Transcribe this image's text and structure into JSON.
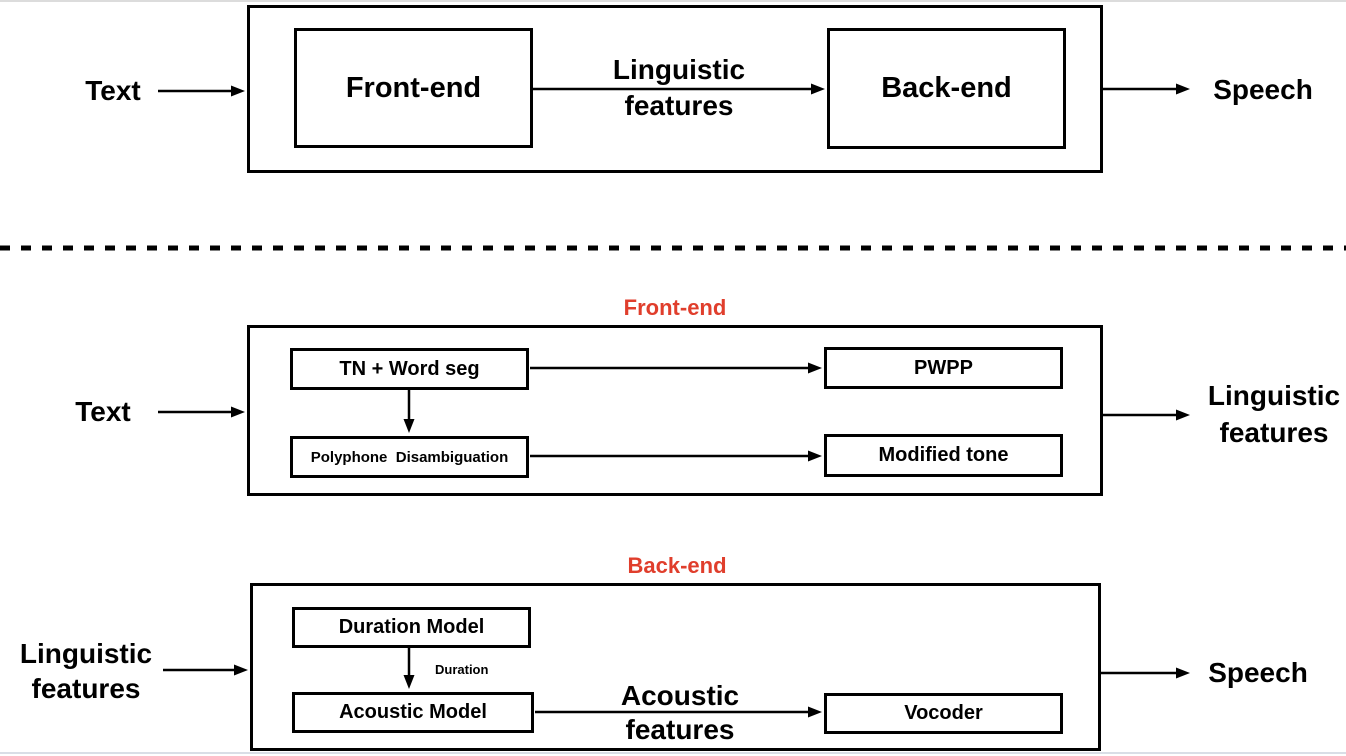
{
  "colors": {
    "accent_red": "#E03E2C",
    "line_black": "#000000",
    "top_edge": "#DCDCDC",
    "bottom_edge": "#D9DEE6"
  },
  "overview": {
    "input_label": "Text",
    "frontend_box_label": "Front-end",
    "backend_box_label": "Back-end",
    "arrow_label": "Linguistic\nfeatures",
    "output_label": "Speech"
  },
  "frontend_detail": {
    "title": "Front-end",
    "input_label": "Text",
    "tn_wordseg_box": "TN + Word seg",
    "polyphone_box": "Polyphone  Disambiguation",
    "pwpp_box": "PWPP",
    "modified_tone_box": "Modified tone",
    "output_label": "Linguistic\nfeatures"
  },
  "backend_detail": {
    "title": "Back-end",
    "input_label": "Linguistic\nfeatures",
    "duration_model_box": "Duration Model",
    "duration_arrow_label": "Duration",
    "acoustic_model_box": "Acoustic Model",
    "acoustic_arrow_label": "Acoustic\nfeatures",
    "vocoder_box": "Vocoder",
    "output_label": "Speech"
  }
}
